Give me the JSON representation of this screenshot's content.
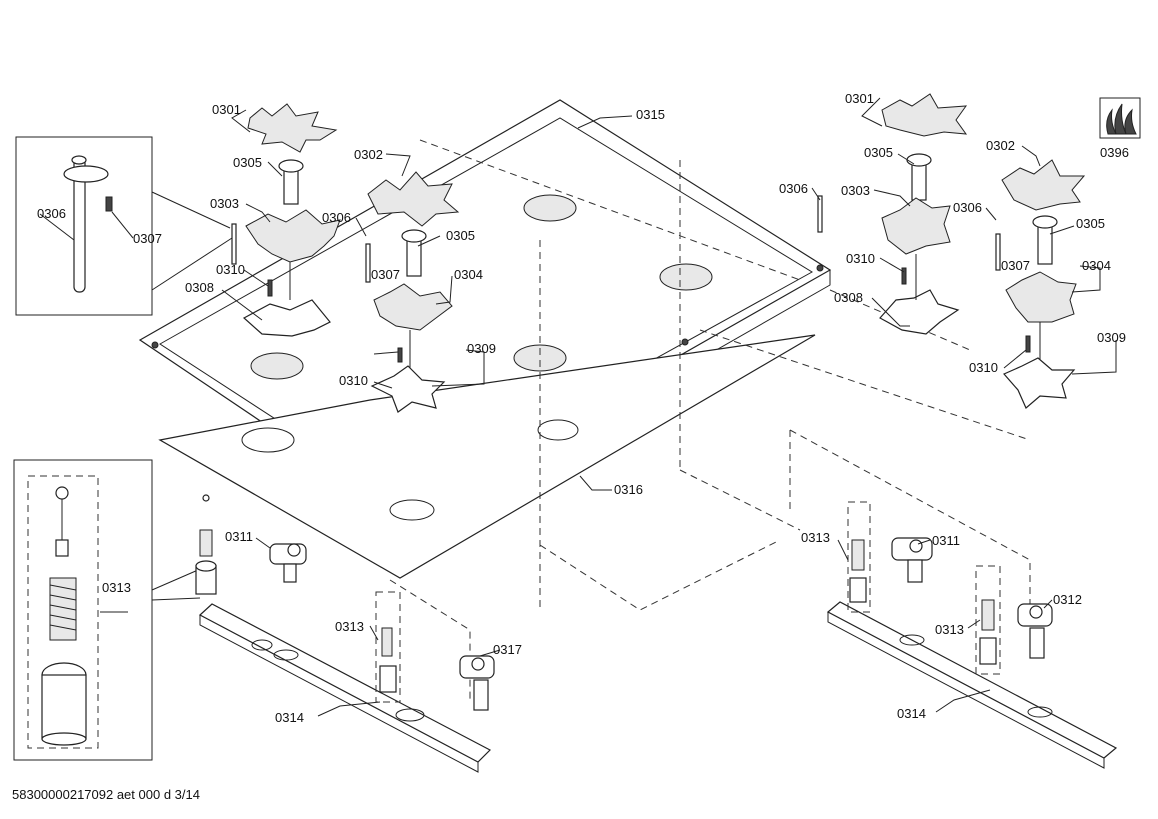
{
  "labels": {
    "p0301_l": "0301",
    "p0305_l": "0305",
    "p0303_l": "0303",
    "p0306_inset": "0306",
    "p0307_inset": "0307",
    "p0310_l": "0310",
    "p0308_l": "0308",
    "p0302_c": "0302",
    "p0306_c": "0306",
    "p0307_c": "0307",
    "p0305_c": "0305",
    "p0304_c": "0304",
    "p0309_c": "0309",
    "p0310_c": "0310",
    "p0315": "0315",
    "p0316": "0316",
    "p0301_r": "0301",
    "p0305_r1": "0305",
    "p0306_r1": "0306",
    "p0303_r": "0303",
    "p0310_r1": "0310",
    "p0308_r": "0308",
    "p0302_r": "0302",
    "p0306_r2": "0306",
    "p0307_r": "0307",
    "p0305_r2": "0305",
    "p0304_r": "0304",
    "p0309_r": "0309",
    "p0310_r2": "0310",
    "p0396": "0396",
    "p0313_inset": "0313",
    "p0311_l": "0311",
    "p0313_l": "0313",
    "p0317": "0317",
    "p0314_l": "0314",
    "p0313_r1": "0313",
    "p0311_r": "0311",
    "p0313_r2": "0313",
    "p0312": "0312",
    "p0314_r": "0314"
  },
  "footer": "58300000217092 aet 000 d 3/14",
  "icons": {
    "flame_symbol": "gas-flames-icon"
  }
}
